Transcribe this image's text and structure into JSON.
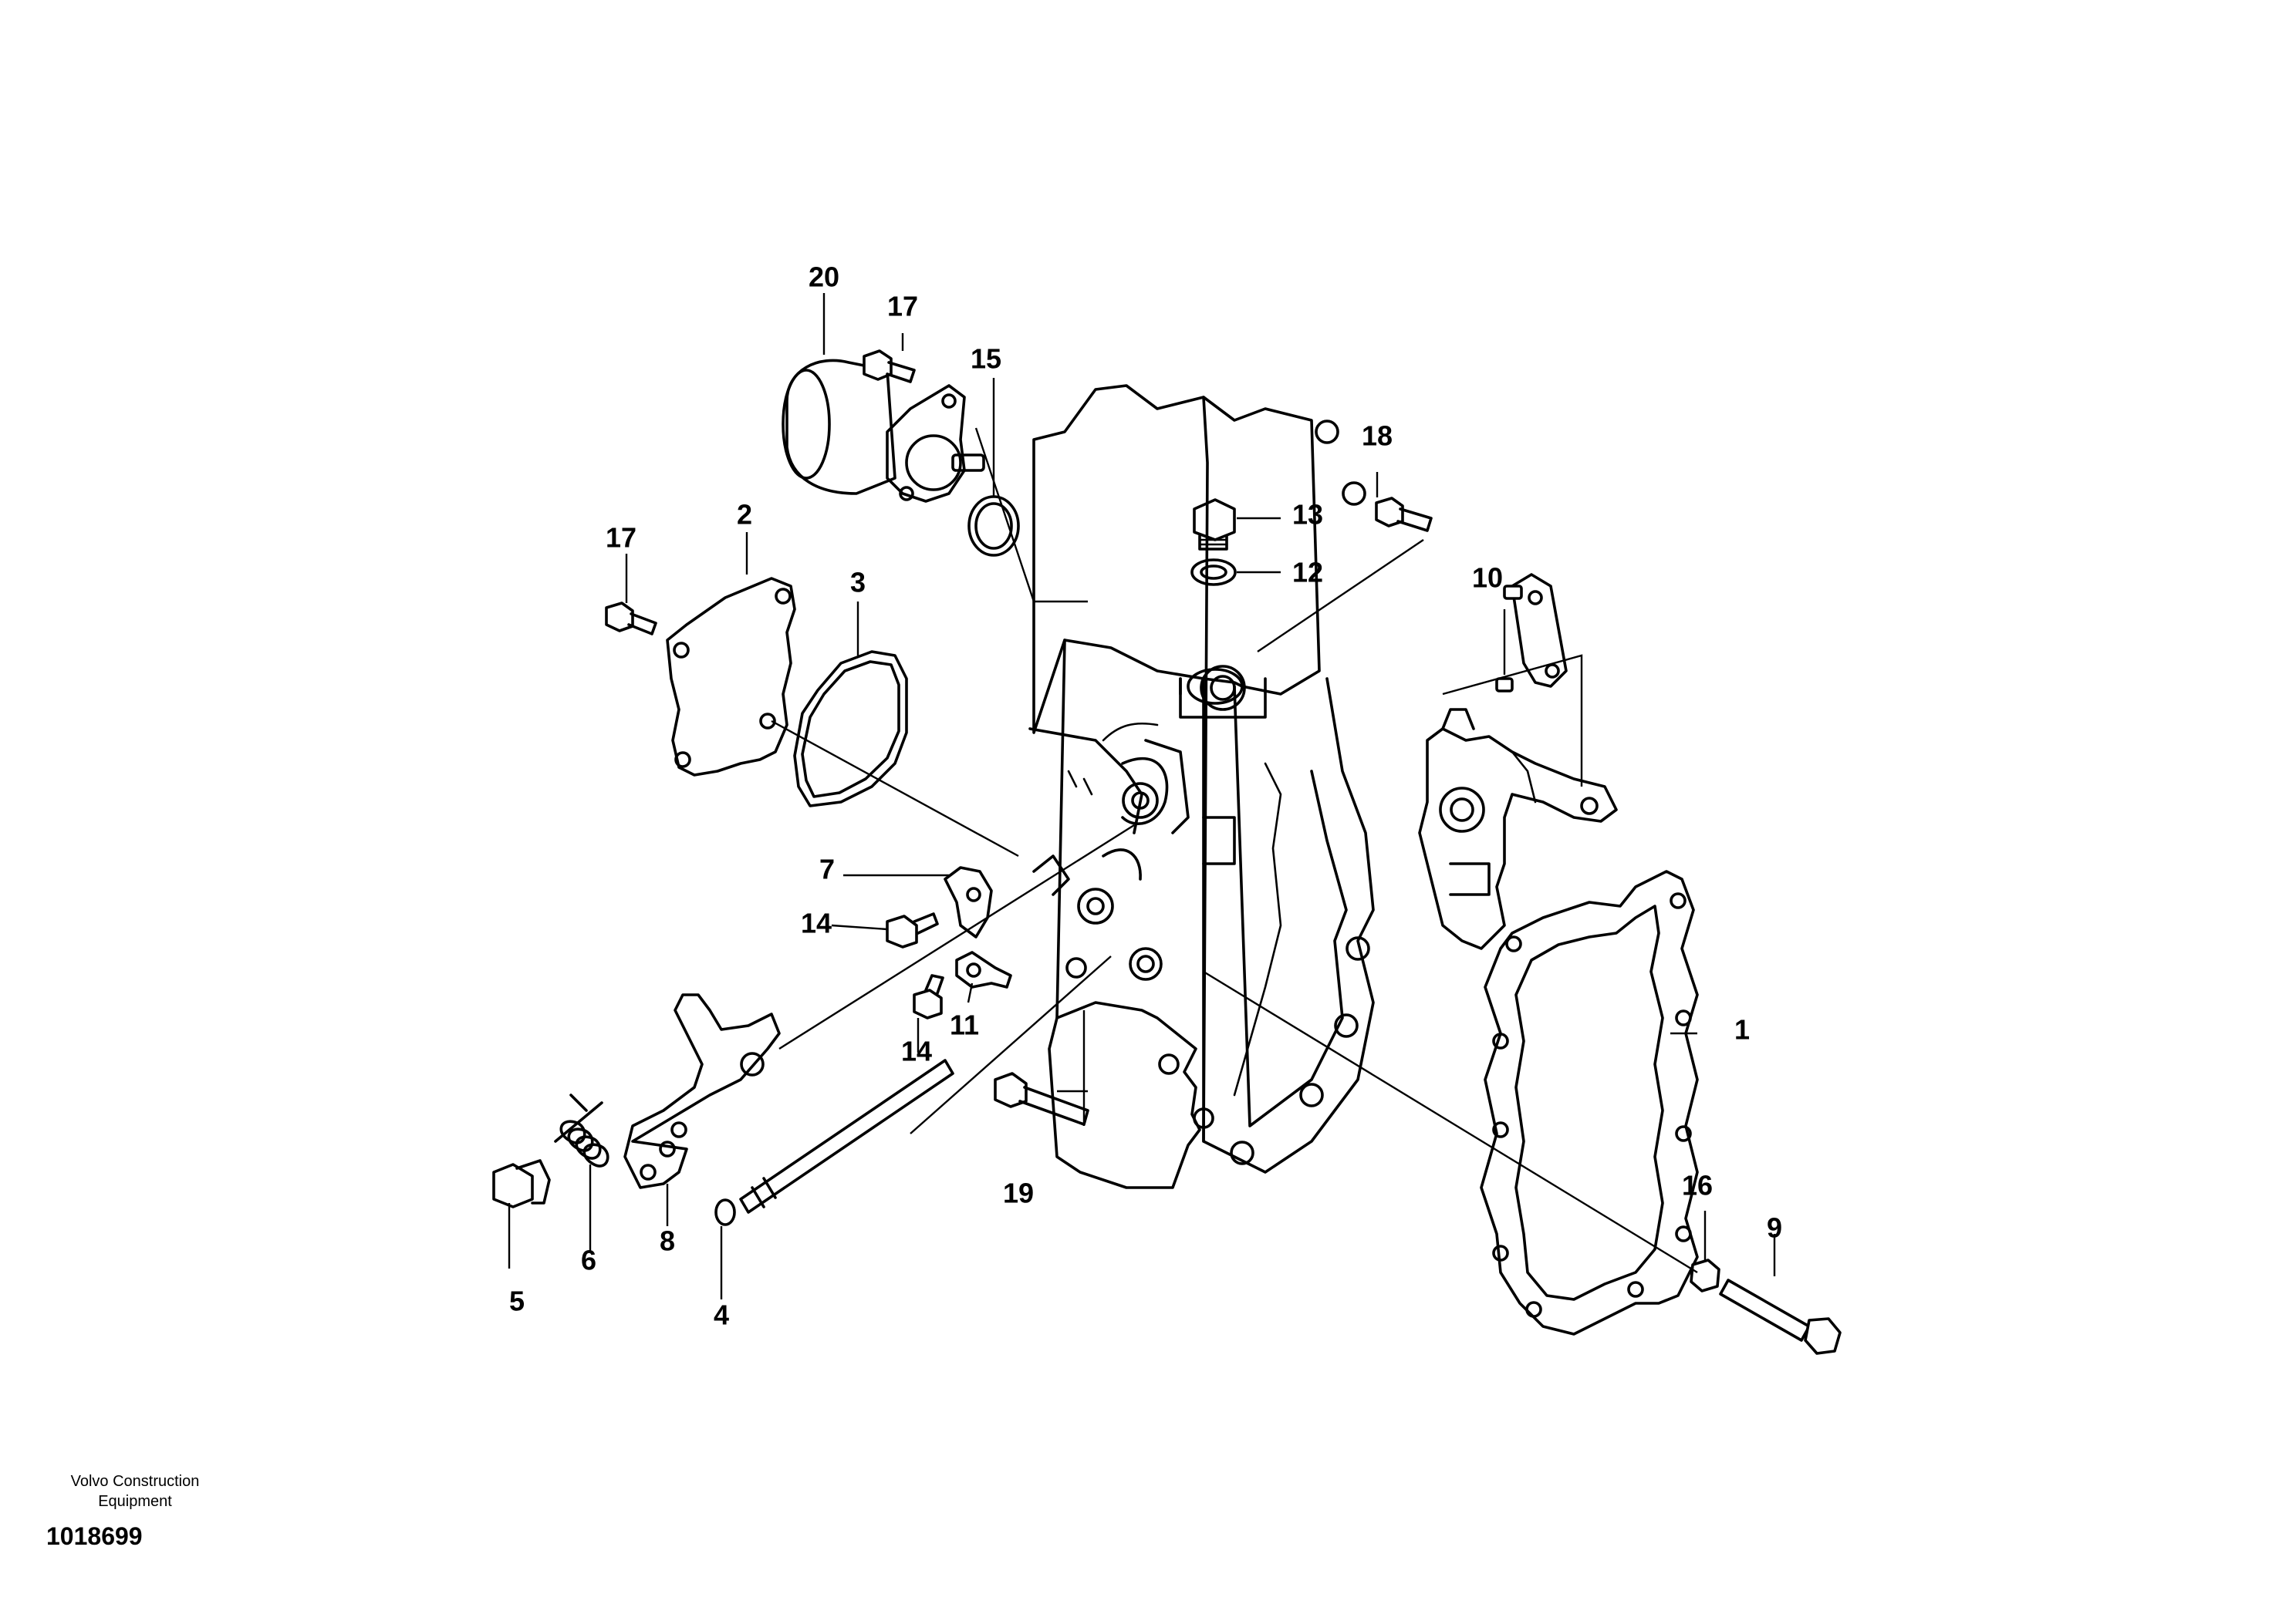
{
  "diagram": {
    "callouts": [
      {
        "id": "1",
        "label": "1"
      },
      {
        "id": "2",
        "label": "2"
      },
      {
        "id": "3",
        "label": "3"
      },
      {
        "id": "4",
        "label": "4"
      },
      {
        "id": "5",
        "label": "5"
      },
      {
        "id": "6",
        "label": "6"
      },
      {
        "id": "7",
        "label": "7"
      },
      {
        "id": "8",
        "label": "8"
      },
      {
        "id": "9",
        "label": "9"
      },
      {
        "id": "10",
        "label": "10"
      },
      {
        "id": "11",
        "label": "11"
      },
      {
        "id": "12",
        "label": "12"
      },
      {
        "id": "13",
        "label": "13"
      },
      {
        "id": "14a",
        "label": "14"
      },
      {
        "id": "14b",
        "label": "14"
      },
      {
        "id": "15",
        "label": "15"
      },
      {
        "id": "16",
        "label": "16"
      },
      {
        "id": "17a",
        "label": "17"
      },
      {
        "id": "17b",
        "label": "17"
      },
      {
        "id": "18",
        "label": "18"
      },
      {
        "id": "19",
        "label": "19"
      },
      {
        "id": "20",
        "label": "20"
      }
    ]
  },
  "footer": {
    "company_line1": "Volvo Construction",
    "company_line2": "Equipment",
    "document_number": "1018699"
  }
}
